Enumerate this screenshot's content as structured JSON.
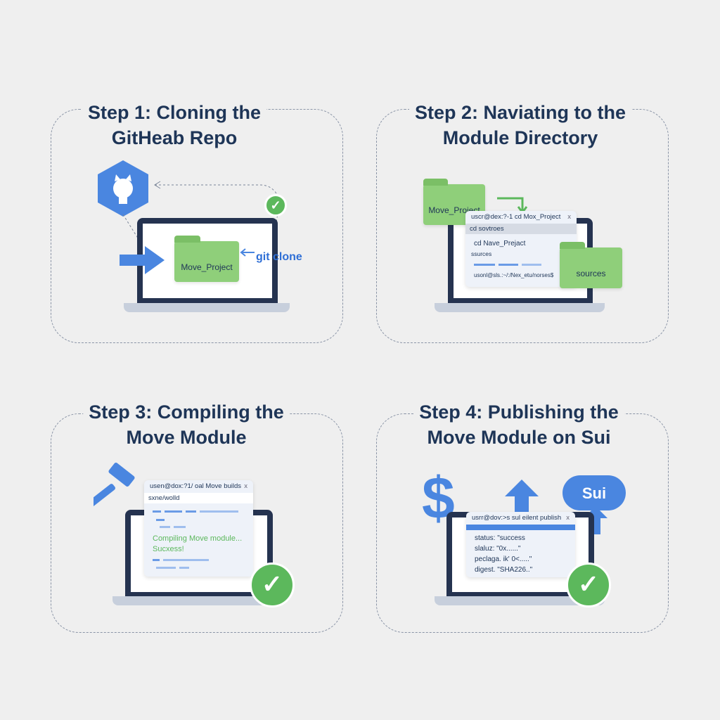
{
  "steps": [
    {
      "title_line1": "Step 1: Cloning the",
      "title_line2": "GitHeab Repo",
      "folder_label": "Move_Project",
      "command_label": "git clone"
    },
    {
      "title_line1": "Step 2: Naviating to the",
      "title_line2": "Module Directory",
      "folder_label": "Move_Project",
      "folder2_label": "sources",
      "terminal": {
        "header": "uscr@dex:?-1 cd Mox_Project",
        "close": "x",
        "highlight": "cd sovtroes",
        "lines": [
          "cd Nave_Prejact",
          "ssurces"
        ],
        "prompt": "usonl@sls.:~/:/Nex_etu/norses$"
      }
    },
    {
      "title_line1": "Step 3: Compiling the",
      "title_line2": "Move Module",
      "terminal": {
        "header": "usen@dox:?1/ oal Move builds",
        "close": "x",
        "highlight": "sxne/wolld",
        "status1": "Compiling Move module...",
        "status2": "Sucxess!"
      }
    },
    {
      "title_line1": "Step 4: Publishing the",
      "title_line2": "Move Module on Sui",
      "cloud_label": "Sui",
      "dollar": "$",
      "terminal": {
        "header": "usrr@dov:>s sul eilent publish",
        "close": "x",
        "lines": [
          "status: \"success",
          "slaluz: \"0x......\"",
          "peclaga. ik' 0<.....\"",
          "digest. \"SHA226..\""
        ]
      }
    }
  ],
  "colors": {
    "title": "#1e3557",
    "blue": "#4a86e0",
    "green": "#5cb85c",
    "folder": "#8fcf7a",
    "laptop": "#253350"
  }
}
